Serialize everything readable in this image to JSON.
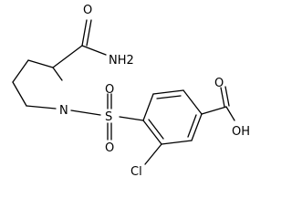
{
  "molecule": {
    "labels": {
      "carbonyl_o_amide": "O",
      "amide_nh2": "NH2",
      "pyrrolidine_n": "N",
      "sulfonyl_s": "S",
      "sulfonyl_o_upper": "O",
      "sulfonyl_o_lower": "O",
      "carbonyl_o_acid": "O",
      "acid_oh": "OH",
      "chlorine": "Cl"
    }
  }
}
